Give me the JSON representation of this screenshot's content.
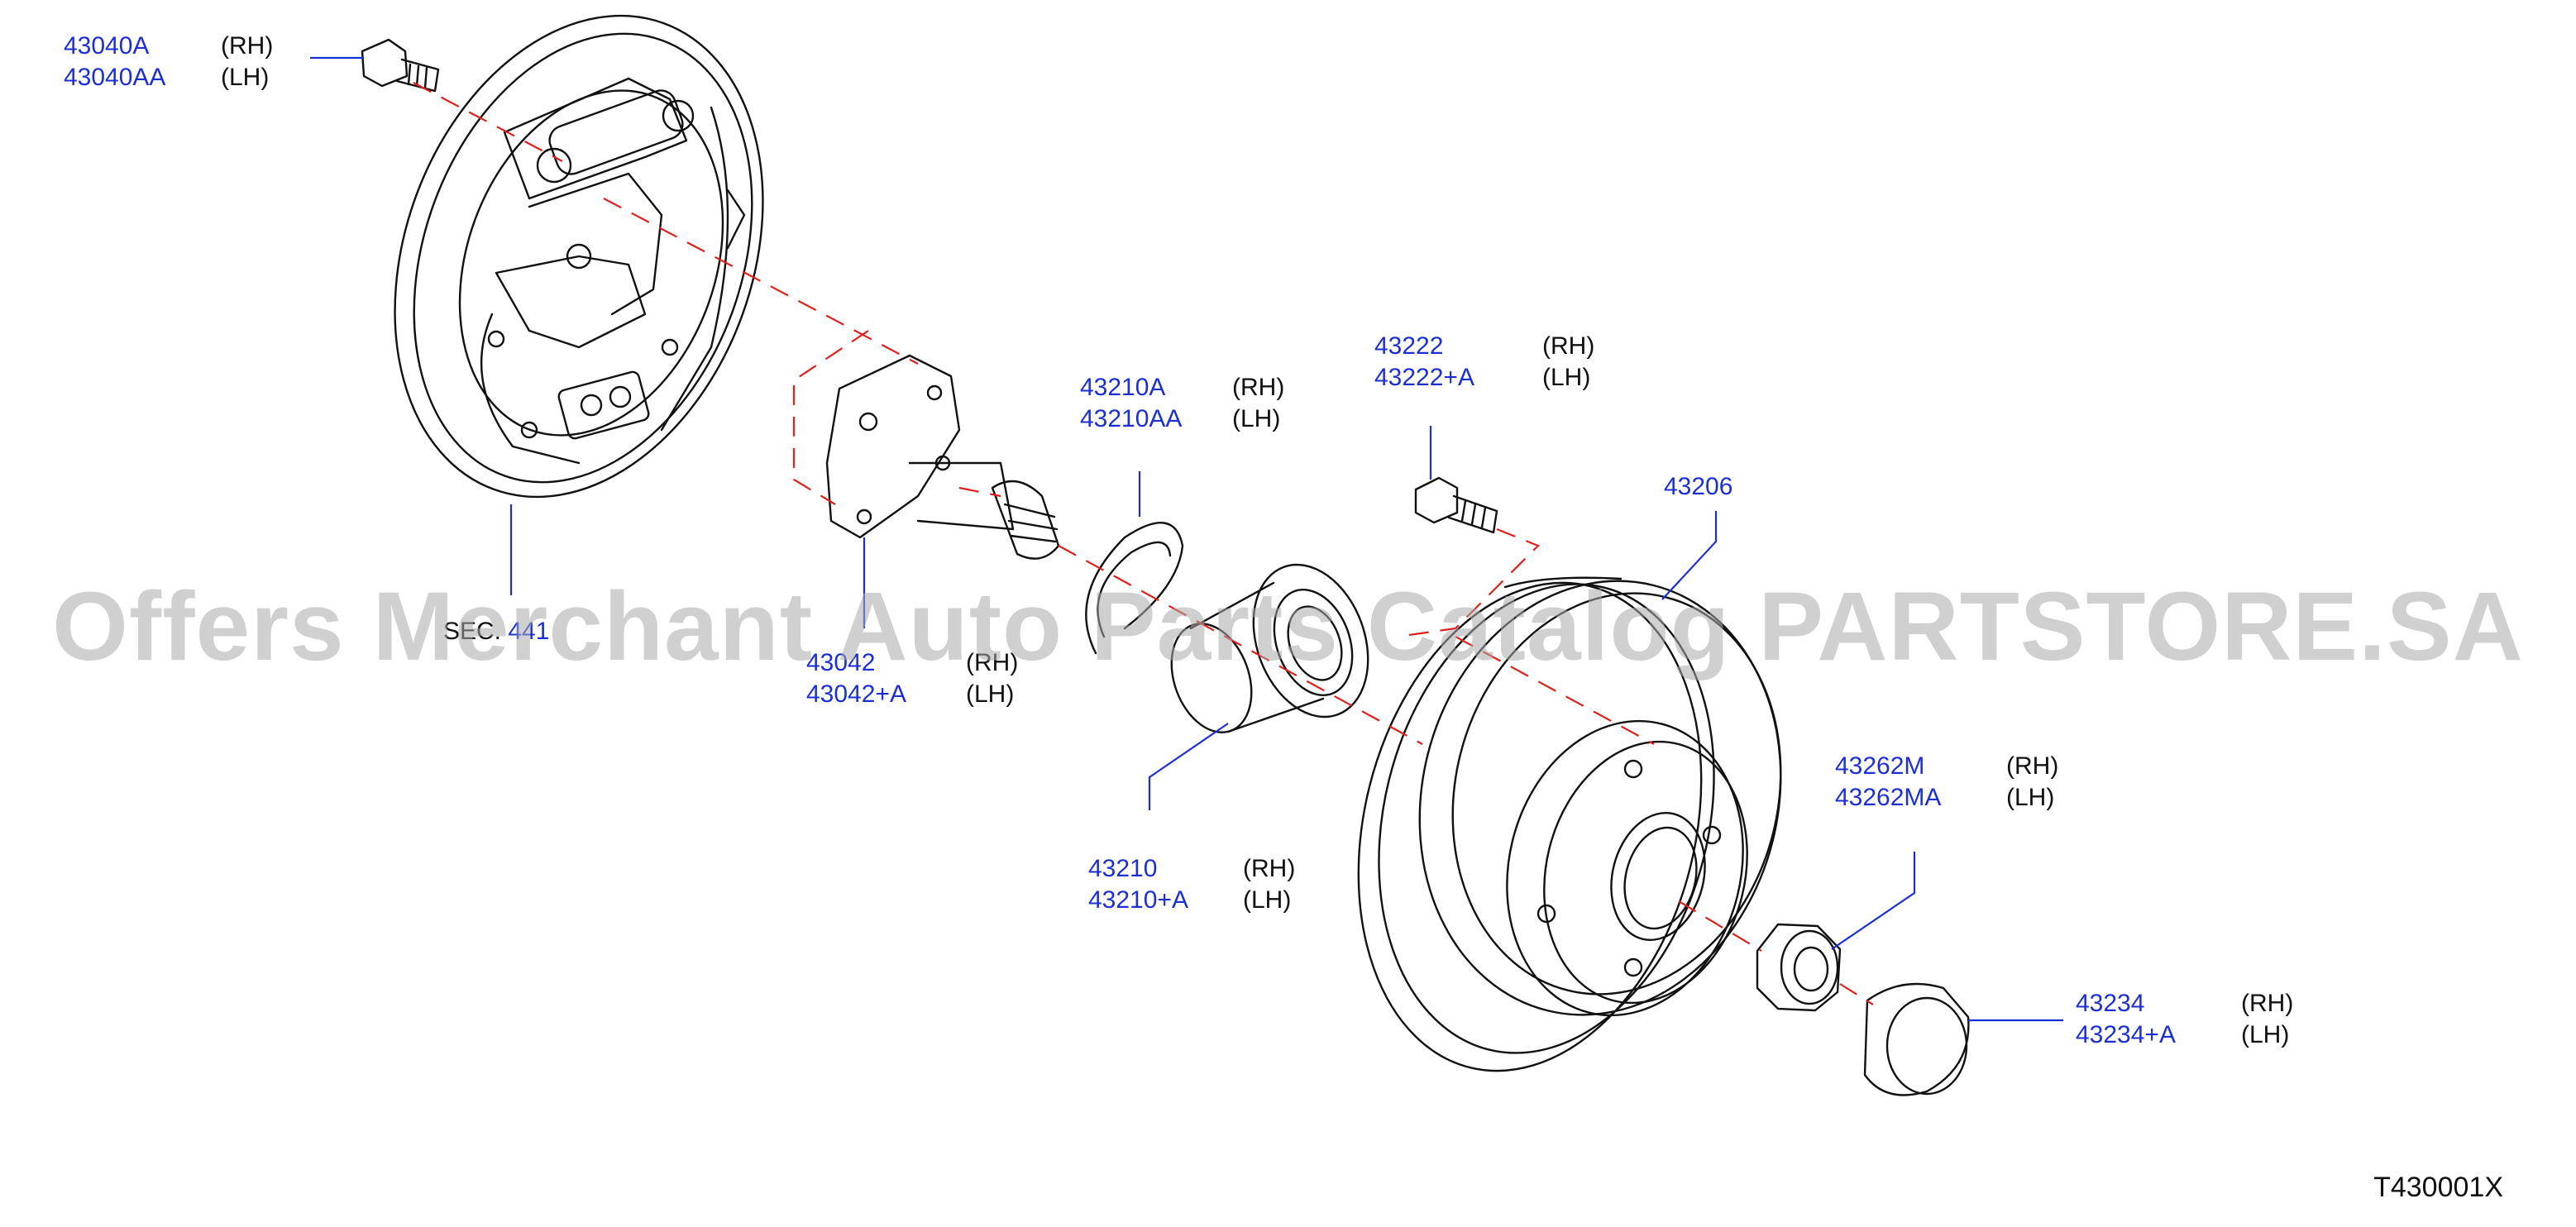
{
  "callouts": {
    "c43040": {
      "parts": [
        "43040A",
        "43040AA"
      ],
      "sides": [
        "(RH)",
        "(LH)"
      ]
    },
    "c43042": {
      "parts": [
        "43042",
        "43042+A"
      ],
      "sides": [
        "(RH)",
        "(LH)"
      ]
    },
    "c43210A": {
      "parts": [
        "43210A",
        "43210AA"
      ],
      "sides": [
        "(RH)",
        "(LH)"
      ]
    },
    "c43222": {
      "parts": [
        "43222",
        "43222+A"
      ],
      "sides": [
        "(RH)",
        "(LH)"
      ]
    },
    "c43206": {
      "parts": [
        "43206"
      ]
    },
    "c43210": {
      "parts": [
        "43210",
        "43210+A"
      ],
      "sides": [
        "(RH)",
        "(LH)"
      ]
    },
    "c43262": {
      "parts": [
        "43262M",
        "43262MA"
      ],
      "sides": [
        "(RH)",
        "(LH)"
      ]
    },
    "c43234": {
      "parts": [
        "43234",
        "43234+A"
      ],
      "sides": [
        "(RH)",
        "(LH)"
      ]
    }
  },
  "sec_ref": {
    "prefix": "SEC.",
    "number": "441"
  },
  "diagram_code": "T430001X",
  "watermark": "Offers Merchant Auto Parts Catalog PARTSTORE.SA",
  "colors": {
    "part_number": "#1c2fd6",
    "leader": "#1c2fd6",
    "center_line": "#e0201c",
    "drawing": "#111111"
  }
}
